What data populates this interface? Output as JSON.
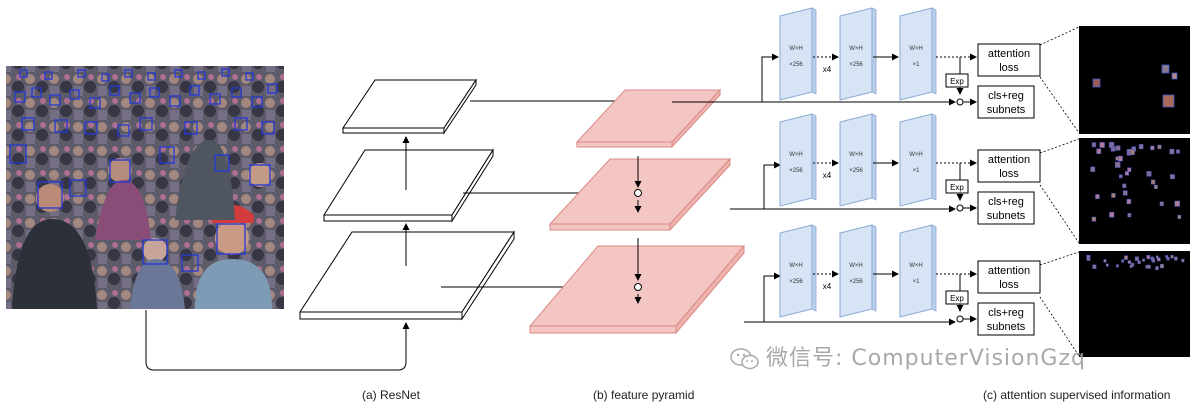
{
  "captions": {
    "resnet": "(a) ResNet",
    "pyramid": "(b) feature pyramid",
    "attention": "(c) attention supervised information"
  },
  "blocks": {
    "conv_dims": "W×H",
    "ch_256": "×256",
    "ch_1": "×1",
    "repeat": "x4",
    "exp": "Exp",
    "attention_loss_line1": "attention",
    "attention_loss_line2": "loss",
    "subnets_line1": "cls+reg",
    "subnets_line2": "subnets"
  },
  "watermark": "微信号: ComputerVisionGzq",
  "colors": {
    "pyramid_fill": "#f4c6c3",
    "pyramid_edge": "#d98a86",
    "conv_fill": "#d6e4f5",
    "conv_edge": "#8aa9d4",
    "heatmap_bg": "#000000"
  }
}
